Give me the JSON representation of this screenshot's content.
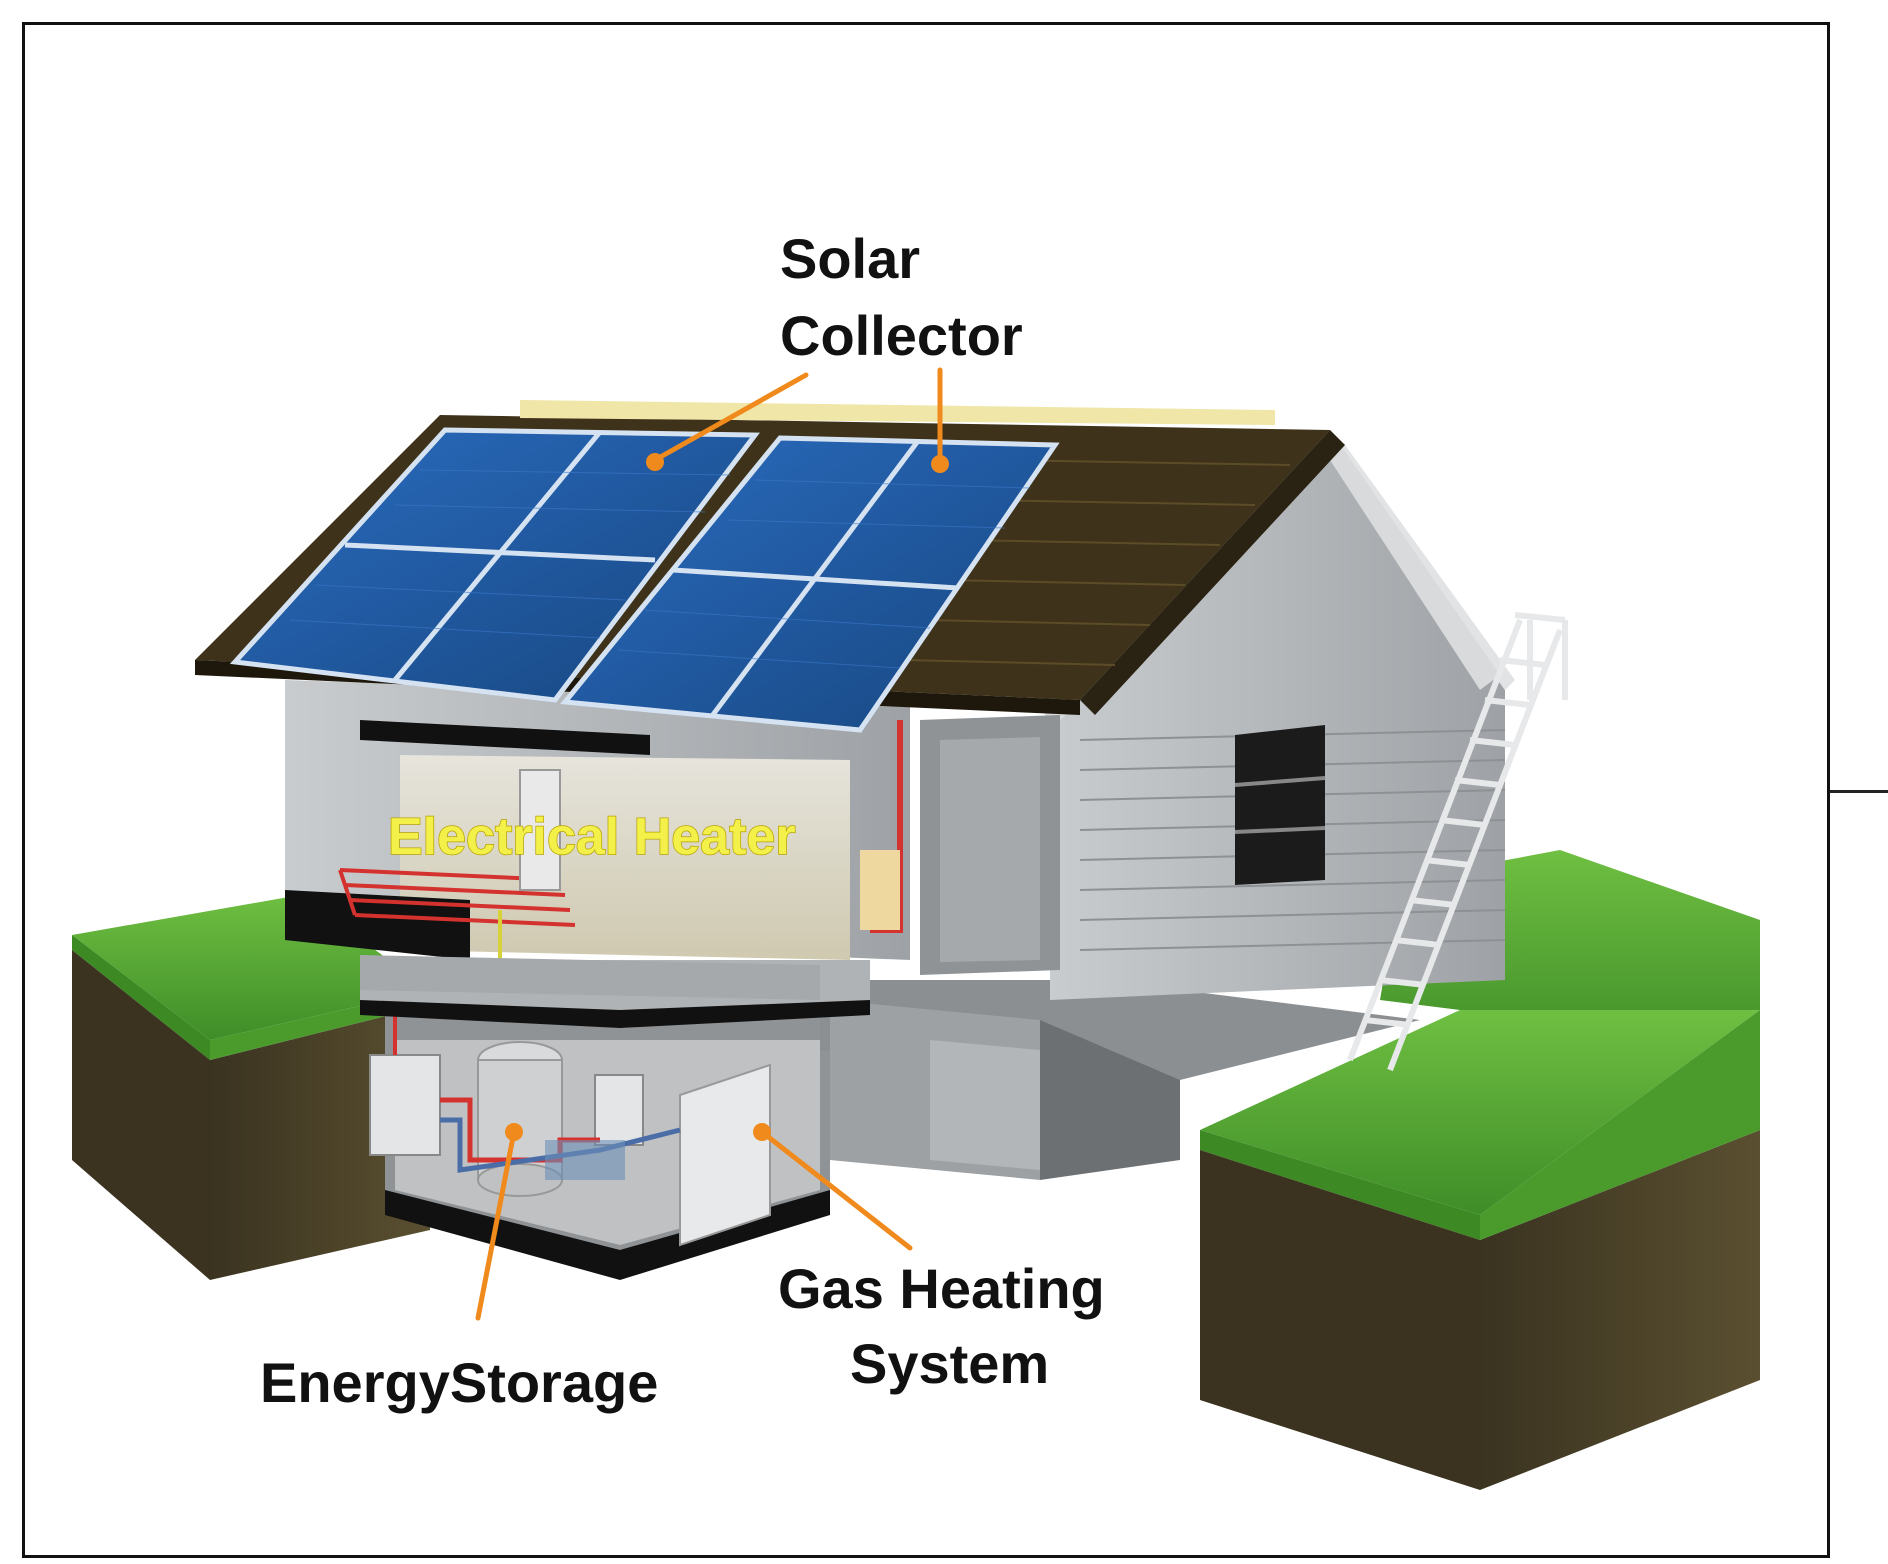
{
  "labels": {
    "solar_line1": "Solar",
    "solar_line2": "Collector",
    "electrical_heater": "Electrical Heater",
    "energy_storage": "EnergyStorage",
    "gas_line1": "Gas Heating",
    "gas_line2": "System"
  },
  "colors": {
    "callout": "#f08a1c",
    "label_text": "#111111",
    "heater_text": "#f4f04a",
    "grass": "#5fae3a",
    "soil": "#4a4126",
    "panel": "#1f5aa6",
    "roof": "#4a3b1c",
    "wall": "#b9bcbf"
  }
}
